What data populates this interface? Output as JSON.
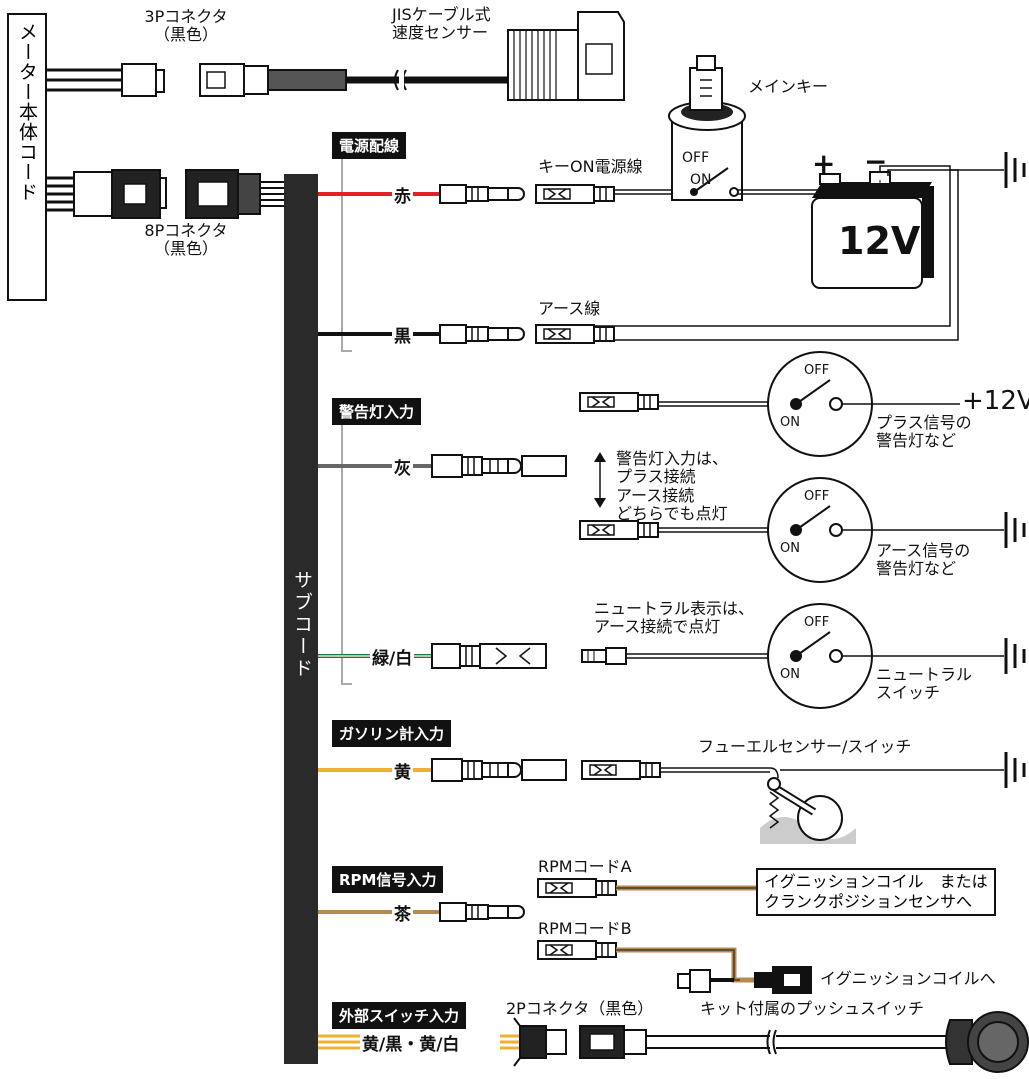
{
  "meter_cord": "メーター本体コード",
  "sub_cord": "サブコード",
  "connector_3p": {
    "line1": "3Pコネクタ",
    "line2": "（黒色）"
  },
  "connector_8p": {
    "line1": "8Pコネクタ",
    "line2": "（黒色）"
  },
  "speed_sensor": {
    "line1": "JISケーブル式",
    "line2": "速度センサー"
  },
  "main_key": "メインキー",
  "sections": {
    "power": "電源配線",
    "warning": "警告灯入力",
    "fuel": "ガソリン計入力",
    "rpm": "RPM信号入力",
    "ext_switch": "外部スイッチ入力"
  },
  "wires": {
    "red": "赤",
    "black": "黒",
    "gray": "灰",
    "green_white": "緑/白",
    "yellow": "黄",
    "brown": "茶",
    "ext": "黄/黒・黄/白"
  },
  "labels": {
    "key_on_power": "キーON電源線",
    "ground_wire": "アース線",
    "warning_note": [
      "警告灯入力は、",
      "プラス接続",
      "アース接続",
      "どちらでも点灯"
    ],
    "plus_signal": [
      "プラス信号の",
      "警告灯など"
    ],
    "ground_signal": [
      "アース信号の",
      "警告灯など"
    ],
    "neutral_note": [
      "ニュートラル表示は、",
      "アース接続で点灯"
    ],
    "neutral_switch": [
      "ニュートラル",
      "スイッチ"
    ],
    "fuel_sensor": "フューエルセンサー/スイッチ",
    "rpm_cord_a": "RPMコードA",
    "rpm_cord_b": "RPMコードB",
    "ignition_or_crank": [
      "イグニッションコイル　または",
      "クランクポジションセンサへ"
    ],
    "to_ignition": "イグニッションコイルへ",
    "connector_2p": "2Pコネクタ（黒色）",
    "push_switch": "キット付属のプッシュスイッチ"
  },
  "switch_text": {
    "off": "OFF",
    "on": "ON"
  },
  "battery": {
    "voltage": "12V",
    "plus": "+",
    "minus": "−"
  },
  "plus12v": "+12V",
  "colors": {
    "red": "#e0202a",
    "black": "#111111",
    "gray": "#666666",
    "green": "#1f7a3a",
    "yellow": "#f0b030",
    "brown": "#b58a50",
    "sub_cord_bar": "#2a2a2a"
  }
}
